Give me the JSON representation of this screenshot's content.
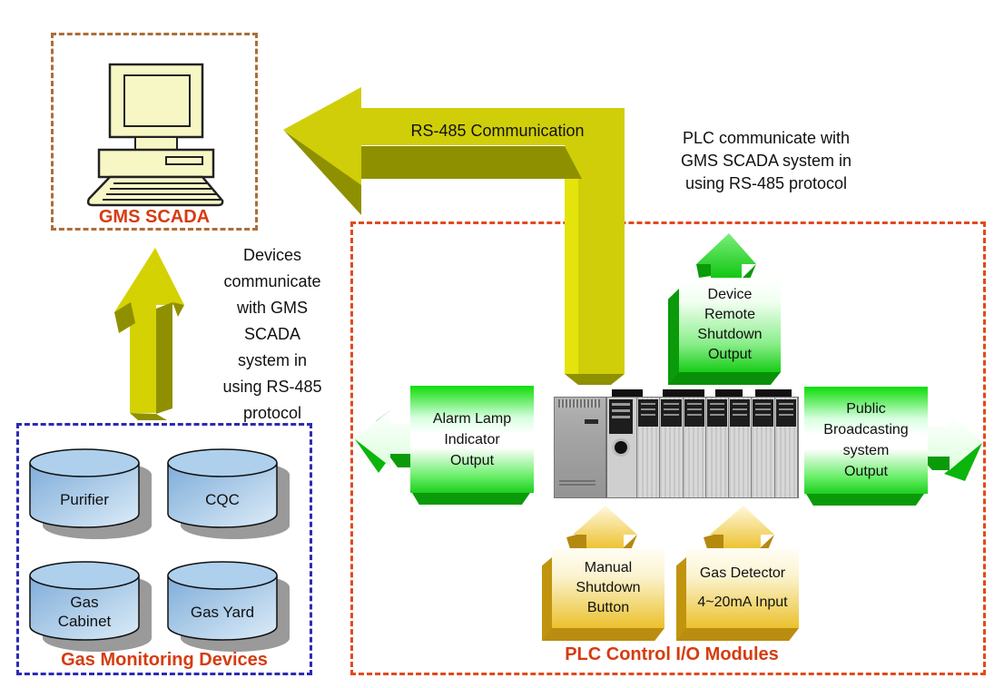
{
  "boxes": {
    "gms_scada": {
      "label": "GMS SCADA"
    },
    "gas_monitoring": {
      "label": "Gas Monitoring Devices",
      "devices": [
        "Purifier",
        "CQC",
        "Gas\nCabinet",
        "Gas Yard"
      ]
    },
    "plc": {
      "label": "PLC Control I/O Modules"
    }
  },
  "arrows": {
    "rs485_label": "RS-485 Communication",
    "plc_note": "PLC communicate with\nGMS SCADA system in\nusing RS-485 protocol",
    "devices_note": "Devices\ncommunicate\nwith GMS\nSCADA\nsystem in\nusing RS-485\nprotocol"
  },
  "callouts": {
    "alarm_lamp": "Alarm Lamp\nIndicator\nOutput",
    "device_remote_shutdown": "Device\nRemote\nShutdown\nOutput",
    "public_broadcasting": "Public\nBroadcasting\nsystem\nOutput",
    "manual_shutdown": "Manual\nShutdown\nButton",
    "gas_detector": {
      "line1": "Gas Detector",
      "line2": "4~20mA Input"
    }
  },
  "colors": {
    "title_text": "#d63c10",
    "gms_border": "#aa6f3a",
    "gas_border": "#2b2bb4",
    "plc_border": "#e04a1e",
    "arrow_yellow": "#d0ce08",
    "arrow_yellow_dark": "#8f9000",
    "arrow_green": "#13cf13",
    "arrow_green_dark": "#0a9a0a",
    "callout_gold": "#ecc12d",
    "callout_gold_dark": "#ba8d10",
    "cylinder_blue": "#9cc0e4"
  }
}
